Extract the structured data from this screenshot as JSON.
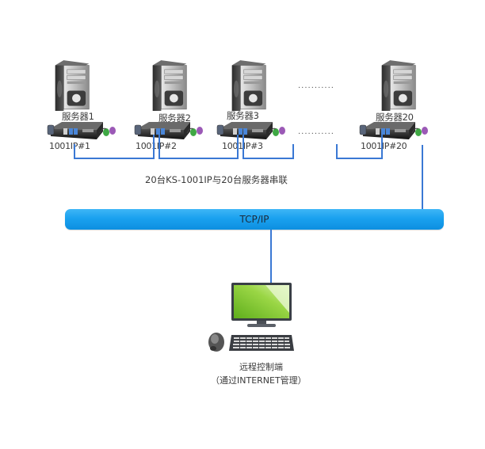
{
  "diagram": {
    "servers": [
      {
        "name": "服务器1",
        "kvm": "1001IP#1"
      },
      {
        "name": "服务器2",
        "kvm": "1001IP#2"
      },
      {
        "name": "服务器3",
        "kvm": "1001IP#3"
      },
      {
        "name": "服务器20",
        "kvm": "1001IP#20"
      }
    ],
    "ellipsis": "...........",
    "chain_caption": "20台KS-1001IP与20台服务器串联",
    "network_label": "TCP/IP",
    "remote": {
      "title": "远程控制端",
      "subtitle": "（通过INTERNET管理）"
    },
    "colors": {
      "wire": "#3a78d4",
      "network_bar": "#1aa1ef",
      "screen": "#8fd13a"
    }
  }
}
